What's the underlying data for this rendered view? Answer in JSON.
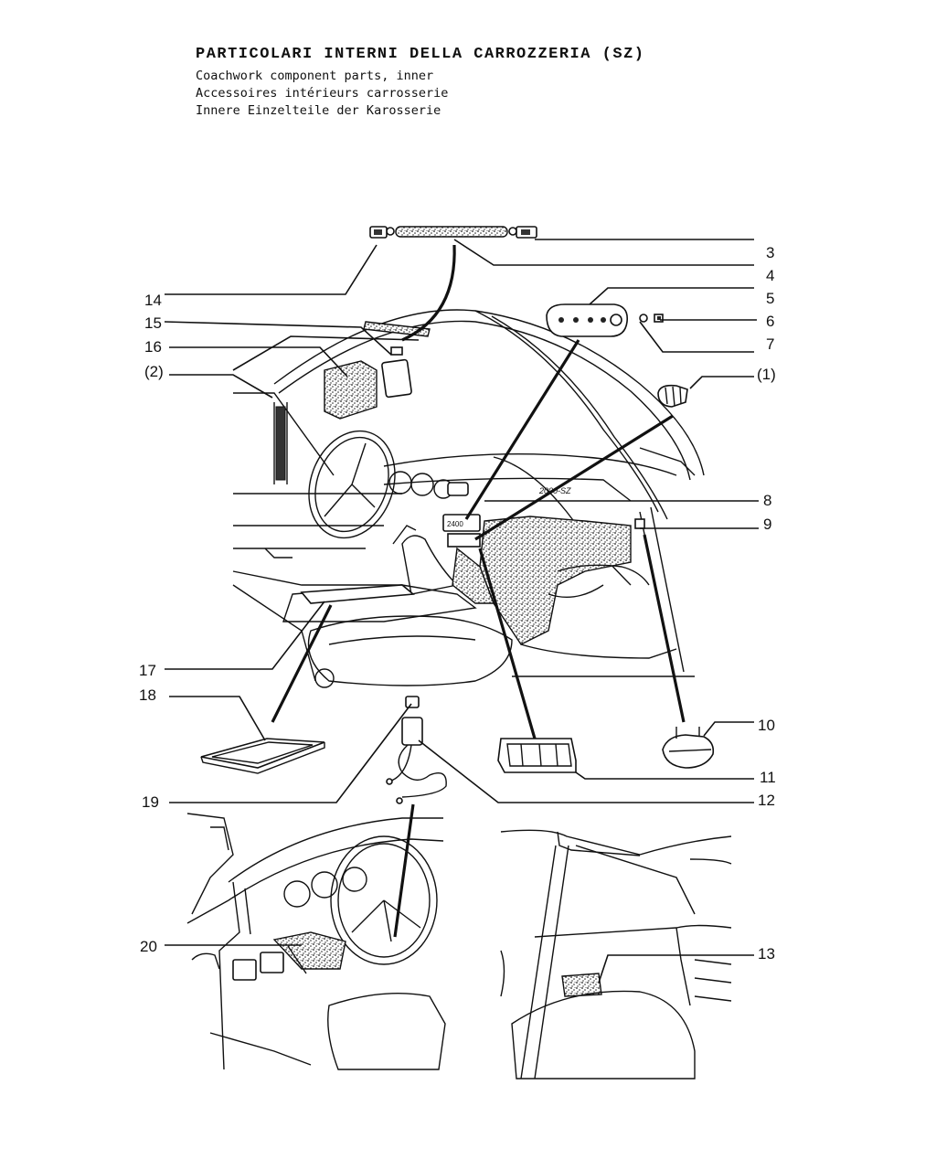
{
  "header": {
    "title": "PARTICOLARI INTERNI DELLA CARROZZERIA (SZ)",
    "subtitle_en": "Coachwork component parts, inner",
    "subtitle_fr": "Accessoires intérieurs carrosserie",
    "subtitle_de": "Innere Einzelteile der Karosserie"
  },
  "callouts": {
    "c3": "3",
    "c4": "4",
    "c5": "5",
    "c6": "6",
    "c7": "7",
    "c1": "(1)",
    "c8": "8",
    "c9": "9",
    "c10": "10",
    "c11": "11",
    "c12": "12",
    "c13": "13",
    "c14": "14",
    "c15": "15",
    "c16": "16",
    "c2": "(2)",
    "c17": "17",
    "c18": "18",
    "c19": "19",
    "c20": "20"
  },
  "dash_badge": "2000-SZ",
  "radio_display": "2400"
}
